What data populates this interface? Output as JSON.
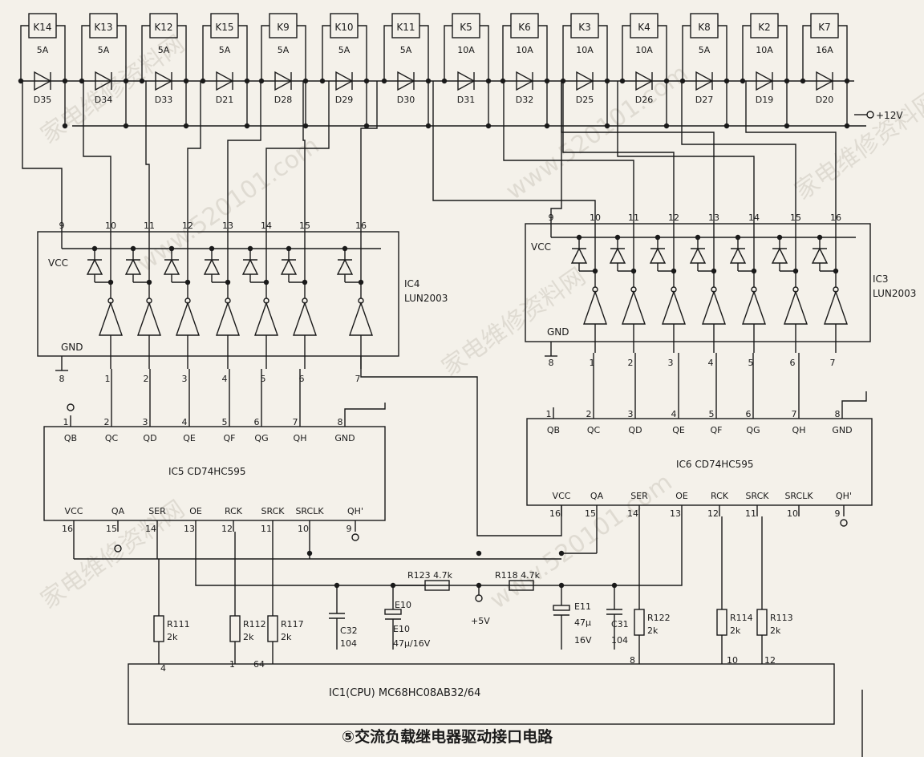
{
  "relays": [
    {
      "name": "K14",
      "rating": "5A",
      "diode": "D35"
    },
    {
      "name": "K13",
      "rating": "5A",
      "diode": "D34"
    },
    {
      "name": "K12",
      "rating": "5A",
      "diode": "D33"
    },
    {
      "name": "K15",
      "rating": "5A",
      "diode": "D21"
    },
    {
      "name": "K9",
      "rating": "5A",
      "diode": "D28"
    },
    {
      "name": "K10",
      "rating": "5A",
      "diode": "D29"
    },
    {
      "name": "K11",
      "rating": "5A",
      "diode": "D30"
    },
    {
      "name": "K5",
      "rating": "10A",
      "diode": "D31"
    },
    {
      "name": "K6",
      "rating": "10A",
      "diode": "D32"
    },
    {
      "name": "K3",
      "rating": "10A",
      "diode": "D25"
    },
    {
      "name": "K4",
      "rating": "10A",
      "diode": "D26"
    },
    {
      "name": "K8",
      "rating": "5A",
      "diode": "D27"
    },
    {
      "name": "K2",
      "rating": "10A",
      "diode": "D19"
    },
    {
      "name": "K7",
      "rating": "16A",
      "diode": "D20"
    }
  ],
  "supply": {
    "v12": "+12V",
    "v5": "+5V"
  },
  "ic4": {
    "name": "IC4",
    "part": "LUN2003",
    "vcc": "VCC",
    "gnd": "GND",
    "top_pins": [
      "9",
      "10",
      "11",
      "12",
      "13",
      "14",
      "15",
      "16"
    ],
    "bottom_pins": [
      "8",
      "7",
      "6",
      "5",
      "4",
      "3",
      "2",
      "1"
    ]
  },
  "ic3": {
    "name": "IC3",
    "part": "LUN2003",
    "vcc": "VCC",
    "gnd": "GND",
    "top_pins": [
      "9",
      "10",
      "11",
      "12",
      "13",
      "14",
      "15",
      "16"
    ],
    "bottom_pins": [
      "8",
      "7",
      "6",
      "5",
      "4",
      "3",
      "2",
      "1"
    ]
  },
  "ic5": {
    "label": "IC5  CD74HC595",
    "top_pin_nums": [
      "1",
      "2",
      "3",
      "4",
      "5",
      "6",
      "7",
      "8"
    ],
    "top_pin_names": [
      "QB",
      "QC",
      "QD",
      "QE",
      "QF",
      "QG",
      "QH",
      "GND"
    ],
    "bottom_pin_names": [
      "VCC",
      "QA",
      "SER",
      "OE",
      "RCK",
      "SRCK",
      "SRCLK",
      "QH'"
    ],
    "bottom_pin_nums": [
      "16",
      "15",
      "14",
      "13",
      "12",
      "11",
      "10",
      "9"
    ]
  },
  "ic6": {
    "label": "IC6  CD74HC595",
    "top_pin_nums": [
      "1",
      "2",
      "3",
      "4",
      "5",
      "6",
      "7",
      "8"
    ],
    "top_pin_names": [
      "QB",
      "QC",
      "QD",
      "QE",
      "QF",
      "QG",
      "QH",
      "GND"
    ],
    "bottom_pin_names": [
      "VCC",
      "QA",
      "SER",
      "OE",
      "RCK",
      "SRCK",
      "SRCLK",
      "QH'"
    ],
    "bottom_pin_nums": [
      "16",
      "15",
      "14",
      "13",
      "12",
      "11",
      "10",
      "9"
    ]
  },
  "components": {
    "r123": "R123  4.7k",
    "r118": "R118  4.7k",
    "r111": "R111",
    "r111_v": "2k",
    "r112": "R112",
    "r112_v": "2k",
    "r117": "R117",
    "r117_v": "2k",
    "r122": "R122",
    "r122_v": "2k",
    "r114": "R114",
    "r114_v": "2k",
    "r113": "R113",
    "r113_v": "2k",
    "c32": "C32",
    "c32_v": "104",
    "c31": "C31",
    "c31_v": "104",
    "e10": "E10",
    "e10_v": "47μ/16V",
    "e11": "E11",
    "e11_v1": "47μ",
    "e11_v2": "16V"
  },
  "cpu": {
    "label": "IC1(CPU)  MC68HC08AB32/64",
    "pins": [
      "4",
      "1",
      "64",
      "8",
      "10",
      "12"
    ]
  },
  "title": "⑤交流负载继电器驱动接口电路",
  "watermarks": [
    "家电维修资料网",
    "www.520101.com"
  ]
}
